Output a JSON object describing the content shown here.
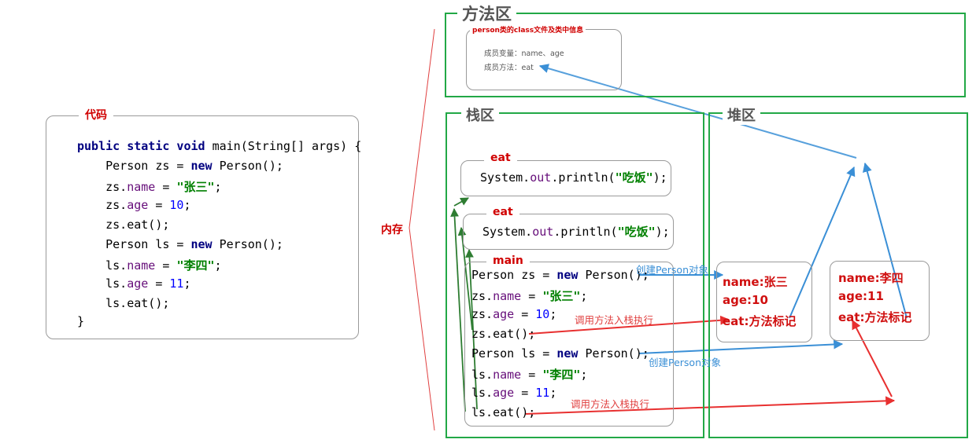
{
  "code_panel": {
    "title": "代码",
    "lines": [
      {
        "parts": [
          {
            "t": "public static void",
            "c": "kw"
          },
          {
            "t": " main(String[] args) {"
          }
        ]
      },
      {
        "parts": [
          {
            "t": "    Person zs = "
          },
          {
            "t": "new",
            "c": "kw"
          },
          {
            "t": " Person();"
          }
        ]
      },
      {
        "parts": [
          {
            "t": "    zs."
          },
          {
            "t": "name",
            "c": "fld"
          },
          {
            "t": " = "
          },
          {
            "t": "\"张三\"",
            "c": "str"
          },
          {
            "t": ";"
          }
        ]
      },
      {
        "parts": [
          {
            "t": "    zs."
          },
          {
            "t": "age",
            "c": "fld"
          },
          {
            "t": " = "
          },
          {
            "t": "10",
            "c": "num"
          },
          {
            "t": ";"
          }
        ]
      },
      {
        "parts": [
          {
            "t": "    zs.eat();"
          }
        ]
      },
      {
        "parts": [
          {
            "t": "    Person ls = "
          },
          {
            "t": "new",
            "c": "kw"
          },
          {
            "t": " Person();"
          }
        ]
      },
      {
        "parts": [
          {
            "t": "    ls."
          },
          {
            "t": "name",
            "c": "fld"
          },
          {
            "t": " = "
          },
          {
            "t": "\"李四\"",
            "c": "str"
          },
          {
            "t": ";"
          }
        ]
      },
      {
        "parts": [
          {
            "t": "    ls."
          },
          {
            "t": "age",
            "c": "fld"
          },
          {
            "t": " = "
          },
          {
            "t": "11",
            "c": "num"
          },
          {
            "t": ";"
          }
        ]
      },
      {
        "parts": [
          {
            "t": "    ls.eat();"
          }
        ]
      },
      {
        "parts": [
          {
            "t": "}"
          }
        ]
      }
    ]
  },
  "memory_label": "内存",
  "method_area": {
    "title": "方法区",
    "class_box_title": "person类的class文件及类中信息",
    "member_vars": "成员变量：name、age",
    "member_methods": "成员方法：eat"
  },
  "stack_area": {
    "title": "栈区",
    "eat_frame_1": {
      "title": "eat",
      "code": [
        {
          "t": "System."
        },
        {
          "t": "out",
          "c": "fld"
        },
        {
          "t": ".println("
        },
        {
          "t": "\"吃饭\"",
          "c": "str"
        },
        {
          "t": ");"
        }
      ]
    },
    "eat_frame_2": {
      "title": "eat",
      "code": [
        {
          "t": "System."
        },
        {
          "t": "out",
          "c": "fld"
        },
        {
          "t": ".println("
        },
        {
          "t": "\"吃饭\"",
          "c": "str"
        },
        {
          "t": ");"
        }
      ]
    },
    "main_frame": {
      "title": "main",
      "lines": [
        {
          "parts": [
            {
              "t": "Person zs = "
            },
            {
              "t": "new",
              "c": "kw"
            },
            {
              "t": " Person();"
            }
          ]
        },
        {
          "parts": [
            {
              "t": "zs."
            },
            {
              "t": "name",
              "c": "fld"
            },
            {
              "t": " = "
            },
            {
              "t": "\"张三\"",
              "c": "str"
            },
            {
              "t": ";"
            }
          ]
        },
        {
          "parts": [
            {
              "t": "zs."
            },
            {
              "t": "age",
              "c": "fld"
            },
            {
              "t": " = "
            },
            {
              "t": "10",
              "c": "num"
            },
            {
              "t": ";"
            }
          ]
        },
        {
          "parts": [
            {
              "t": "zs.eat();"
            }
          ]
        },
        {
          "parts": [
            {
              "t": "Person ls = "
            },
            {
              "t": "new",
              "c": "kw"
            },
            {
              "t": " Person();"
            }
          ]
        },
        {
          "parts": [
            {
              "t": "ls."
            },
            {
              "t": "name",
              "c": "fld"
            },
            {
              "t": " = "
            },
            {
              "t": "\"李四\"",
              "c": "str"
            },
            {
              "t": ";"
            }
          ]
        },
        {
          "parts": [
            {
              "t": "ls."
            },
            {
              "t": "age",
              "c": "fld"
            },
            {
              "t": " = "
            },
            {
              "t": "11",
              "c": "num"
            },
            {
              "t": ";"
            }
          ]
        },
        {
          "parts": [
            {
              "t": "ls.eat();"
            }
          ]
        }
      ]
    }
  },
  "heap_area": {
    "title": "堆区",
    "object_zs": {
      "name": "name:张三",
      "age": "age:10",
      "eat": "eat:方法标记"
    },
    "object_ls": {
      "name": "name:李四",
      "age": "age:11",
      "eat": "eat:方法标记"
    }
  },
  "annotations": {
    "create_1": "创建Person对象",
    "create_2": "创建Person对象",
    "call_1": "调用方法入栈执行",
    "call_2": "调用方法入栈执行"
  },
  "colors": {
    "green": "#22a846",
    "blue_arrow": "#3a8fd6",
    "red_arrow": "#e83030",
    "dark_green_arrow": "#2e7d32"
  }
}
